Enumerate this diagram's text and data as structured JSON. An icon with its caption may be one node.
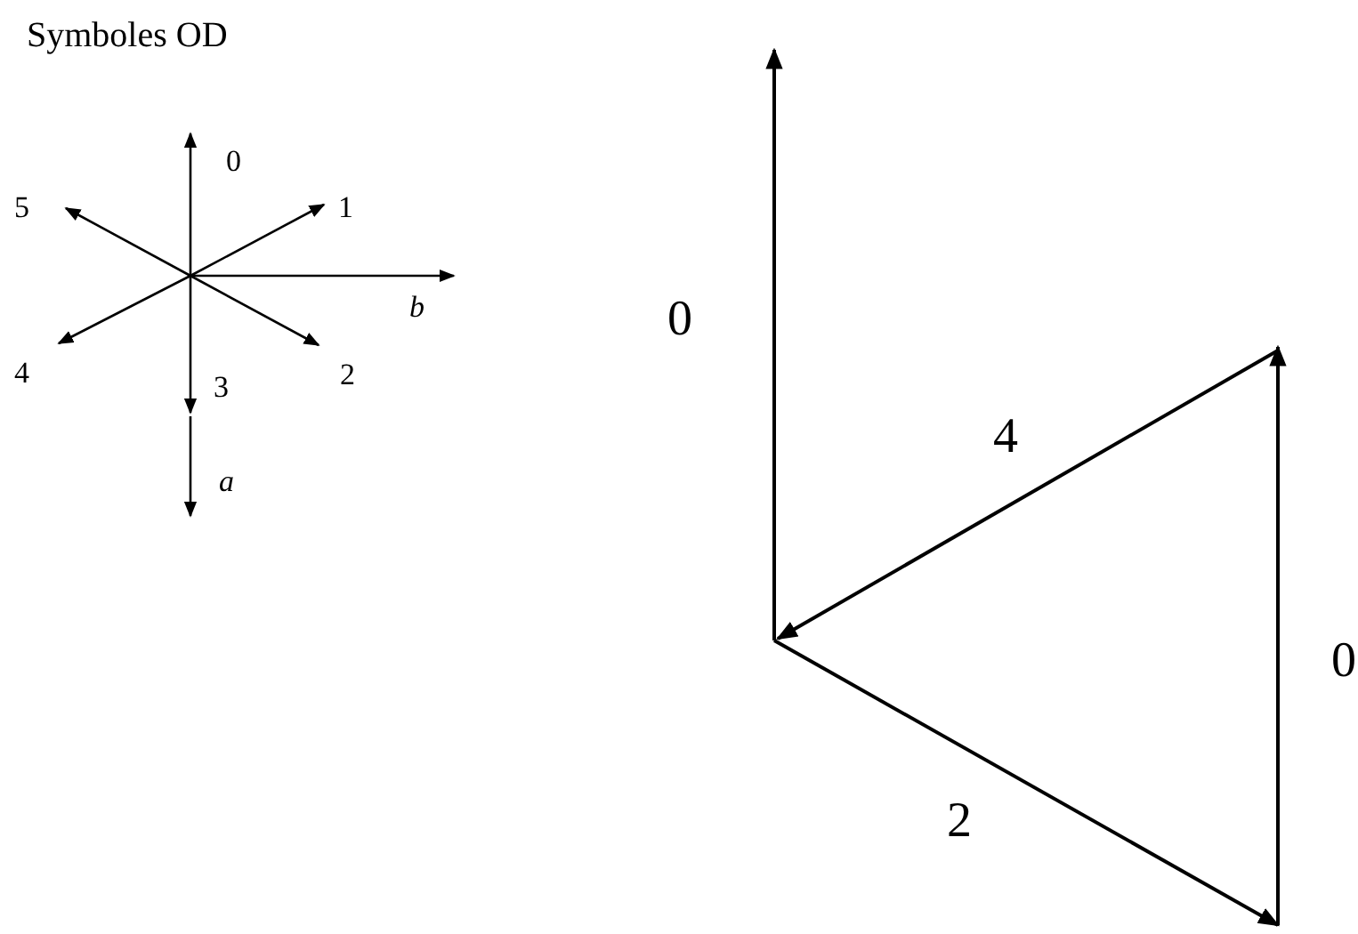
{
  "diagram": {
    "title": "Symboles OD",
    "labels": [
      "0",
      "1",
      "5",
      "b",
      "4",
      "2",
      "3",
      "a",
      "0",
      "4",
      "0",
      "2"
    ]
  }
}
